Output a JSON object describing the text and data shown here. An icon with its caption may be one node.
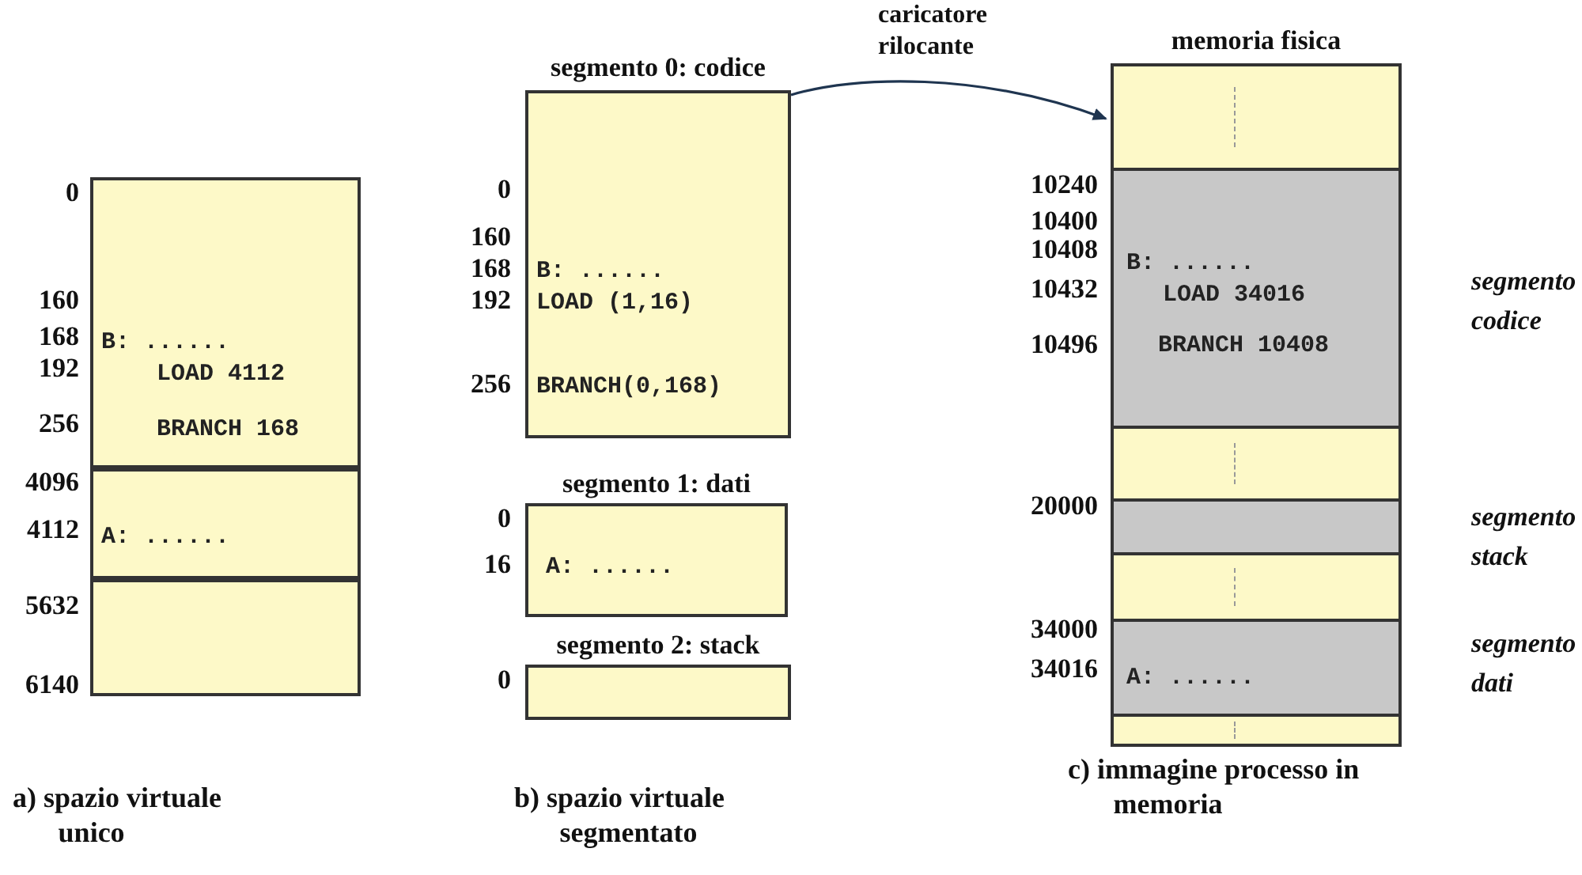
{
  "diagram": {
    "nodes": [
      {
        "text": [
          "B: ......",
          "LOAD 4112",
          "BRANCH 168"
        ]
      },
      {
        "text": [
          "A: ......"
        ]
      },
      {
        "text": [],
        "shape": "box"
      },
      {
        "text": [
          "segmento 0: codice",
          "B: ......",
          "LOAD (1,16)",
          "BRANCH(0,168)"
        ]
      },
      {
        "text": [
          "segmento 1: dati",
          "A: ......"
        ]
      },
      {
        "text": [
          "segmento 2: stack"
        ]
      },
      {
        "text": [
          "memoria fisica"
        ]
      },
      {
        "text": [],
        "shape": "box",
        "in": 6
      },
      {
        "text": [
          "B: ......",
          "LOAD 34016",
          "BRANCH 10408"
        ],
        "in": 6,
        "beside": [
          "segmento codice"
        ]
      },
      {
        "text": [],
        "shape": "box",
        "in": 6
      },
      {
        "text": [],
        "shape": "box",
        "in": 6,
        "beside": [
          "segmento stack"
        ]
      },
      {
        "text": [],
        "shape": "box",
        "in": 6
      },
      {
        "text": [
          "A: ......"
        ],
        "in": 6,
        "beside": [
          "segmento dati"
        ]
      },
      {
        "text": [],
        "shape": "box",
        "in": 6
      }
    ],
    "edges": [
      {
        "from": 3,
        "to": 6,
        "arrow": "to",
        "label": "caricatore rilocante"
      }
    ],
    "labels": [
      "0",
      "160",
      "168",
      "192",
      "256",
      "4096",
      "4112",
      "5632",
      "6140",
      "0",
      "160",
      "168",
      "192",
      "256",
      "0",
      "16",
      "0",
      "10240",
      "10400",
      "10408",
      "10432",
      "10496",
      "20000",
      "34000",
      "34016",
      "a) spazio virtuale unico",
      "b) spazio virtuale segmentato",
      "c) immagine processo in memoria"
    ]
  }
}
